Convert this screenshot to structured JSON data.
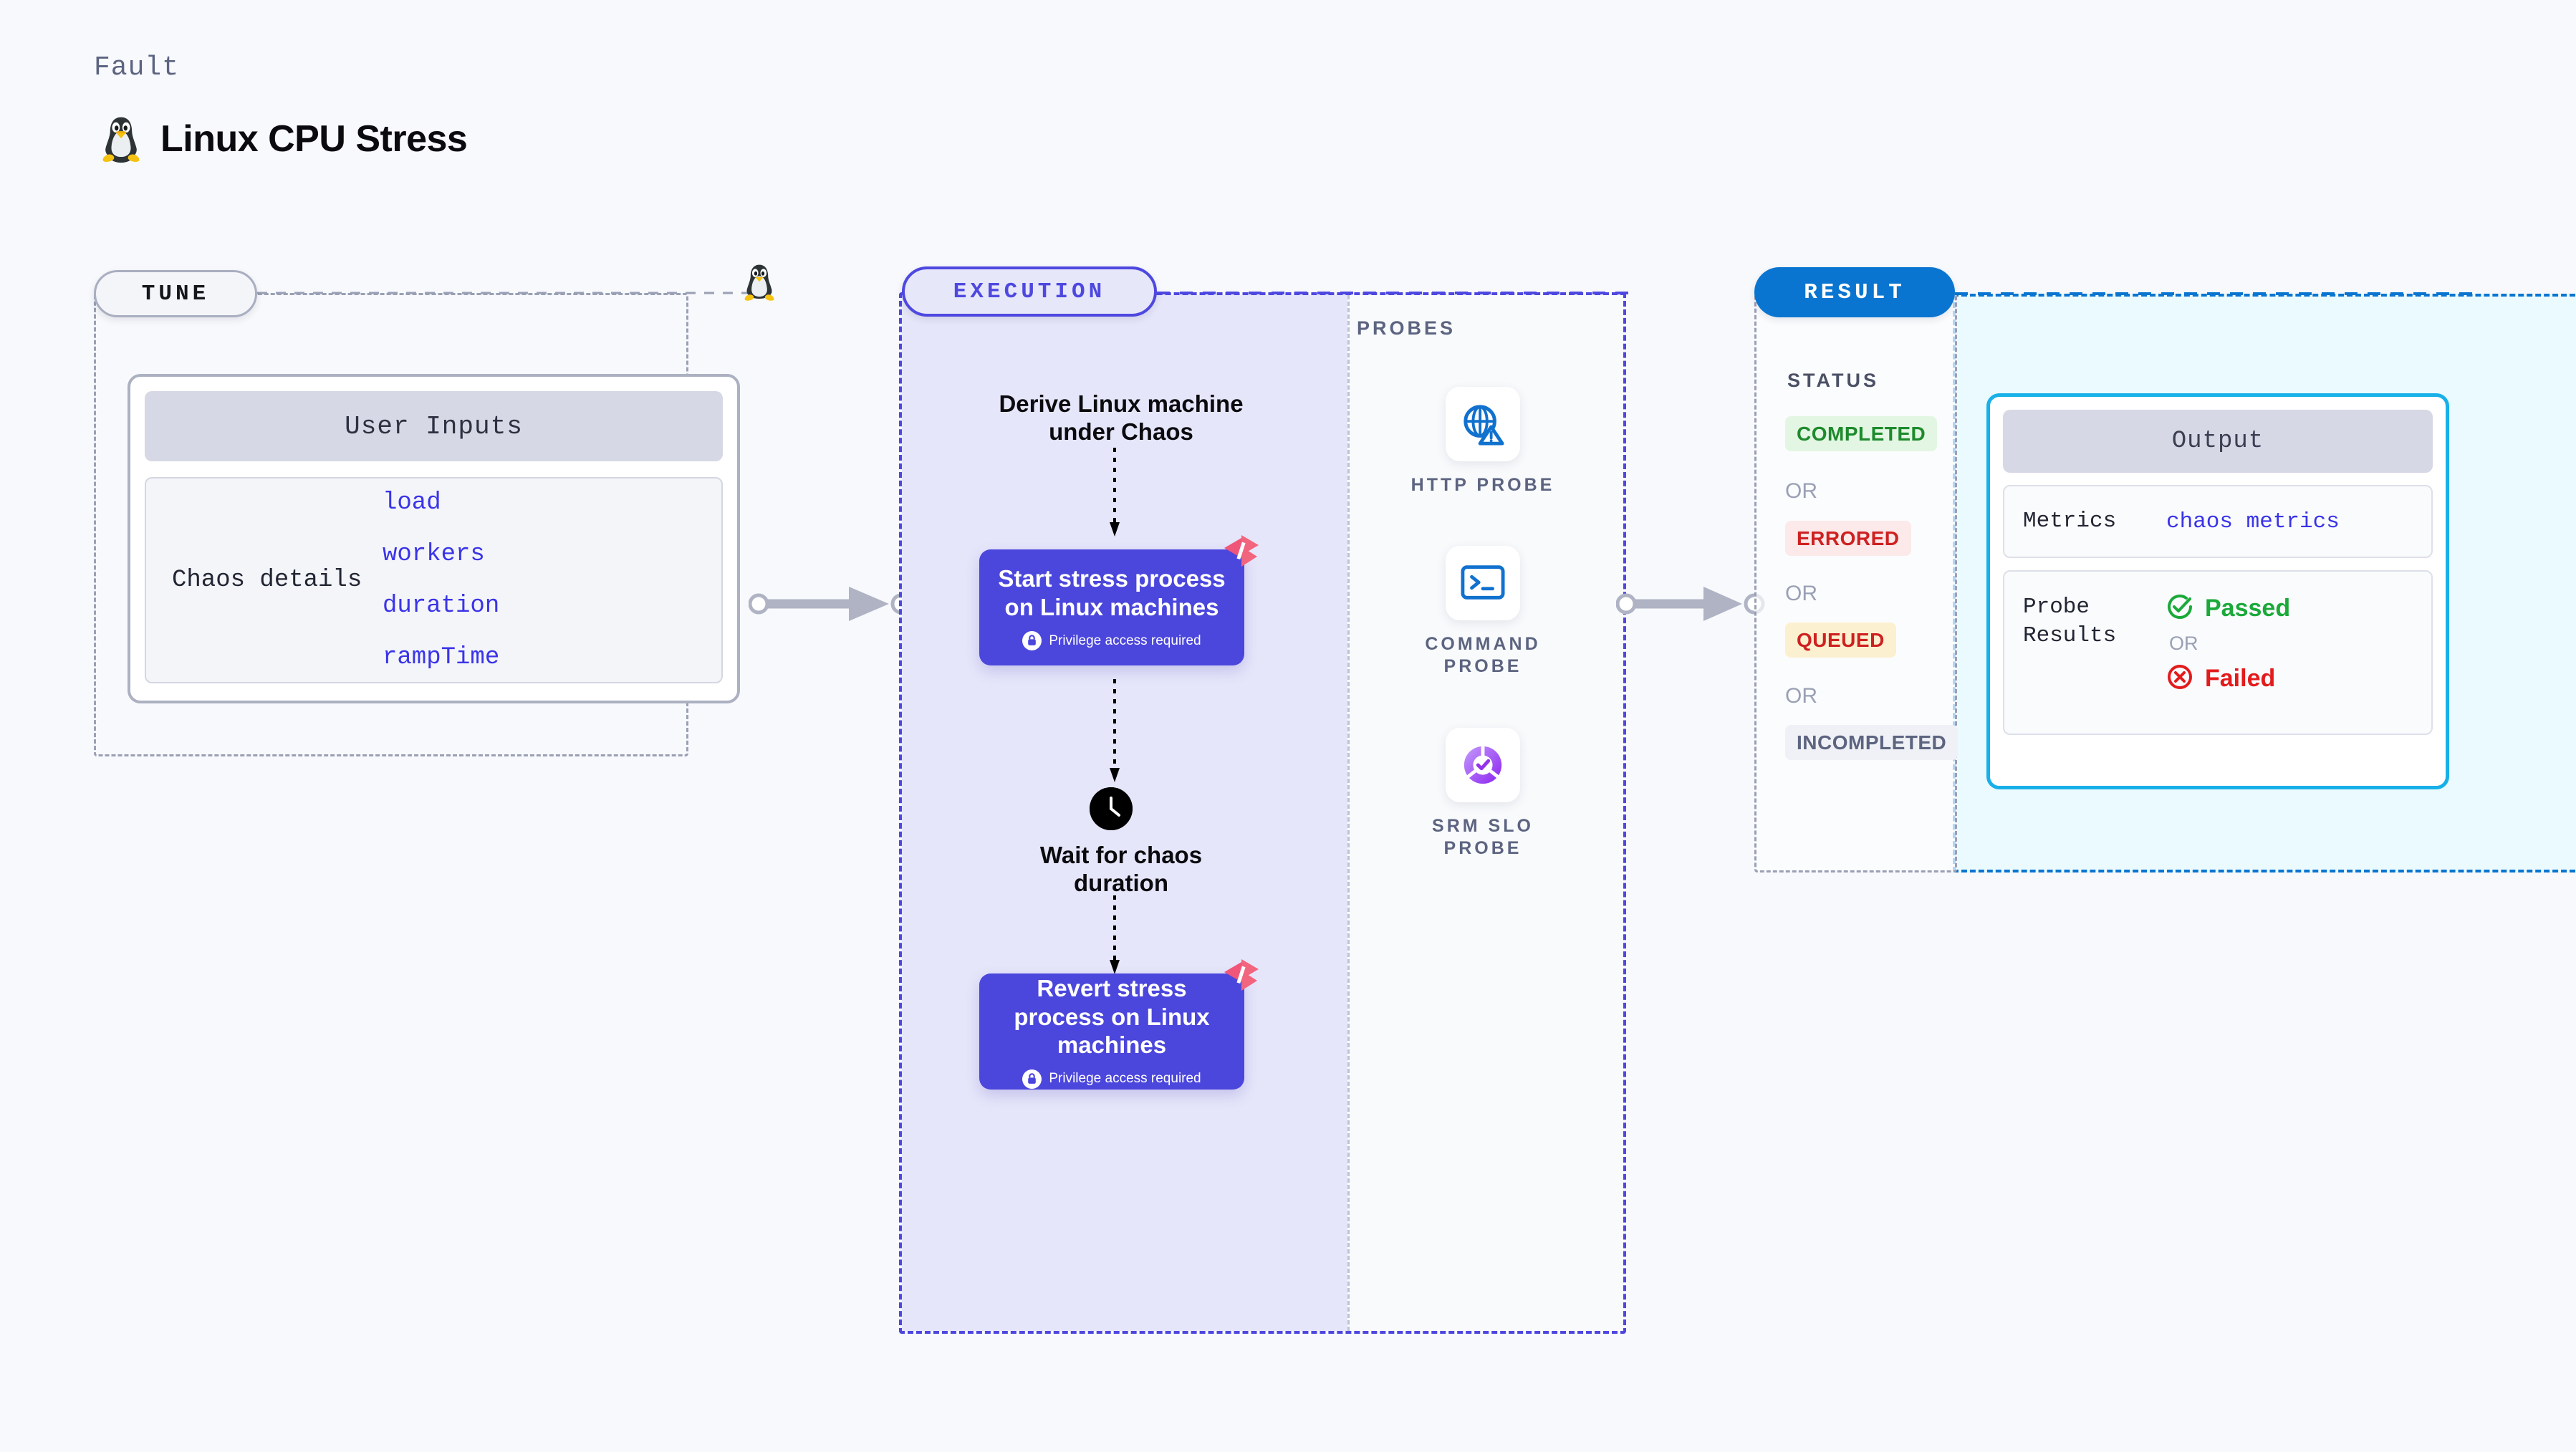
{
  "header": {
    "eyebrow": "Fault",
    "title": "Linux CPU Stress",
    "logo_icon": "tux-penguin-icon"
  },
  "tune": {
    "pill_label": "TUNE",
    "card_title": "User Inputs",
    "details_label": "Chaos details",
    "params": [
      "load",
      "workers",
      "duration",
      "rampTime"
    ],
    "badge_icon": "tux-penguin-icon"
  },
  "execution": {
    "pill_label": "EXECUTION",
    "nodes": [
      {
        "id": "derive",
        "label": "Derive Linux machine under Chaos",
        "type": "text"
      },
      {
        "id": "start",
        "label": "Start stress process on Linux machines",
        "note": "Privilege access required",
        "note_icon": "lock-icon",
        "corner_icon": "harness-chaos-icon",
        "type": "action"
      },
      {
        "id": "wait",
        "label": "Wait for chaos duration",
        "icon": "clock-icon",
        "type": "wait"
      },
      {
        "id": "revert",
        "label": "Revert stress process on Linux machines",
        "note": "Privilege access required",
        "note_icon": "lock-icon",
        "corner_icon": "harness-chaos-icon",
        "type": "action"
      }
    ]
  },
  "probes": {
    "title": "PROBES",
    "items": [
      {
        "label": "HTTP PROBE",
        "icon": "globe-alert-icon"
      },
      {
        "label": "COMMAND PROBE",
        "icon": "terminal-icon"
      },
      {
        "label": "SRM SLO PROBE",
        "icon": "slo-donut-check-icon"
      }
    ]
  },
  "result": {
    "pill_label": "RESULT",
    "status_title": "STATUS",
    "or_label": "OR",
    "statuses": [
      {
        "label": "COMPLETED",
        "bg": "#E3F6E3",
        "fg": "#1E8A2C"
      },
      {
        "label": "ERRORED",
        "bg": "#FCE9E9",
        "fg": "#CE2121"
      },
      {
        "label": "QUEUED",
        "bg": "#FBF0CF",
        "fg": "#CE2121"
      },
      {
        "label": "INCOMPLETED",
        "bg": "#EFF1F6",
        "fg": "#5C6480"
      }
    ],
    "output": {
      "title": "Output",
      "metrics_key": "Metrics",
      "metrics_value": "chaos metrics",
      "probe_results_key": "Probe Results",
      "passed_label": "Passed",
      "passed_icon": "check-circle-icon",
      "or_label": "OR",
      "failed_label": "Failed",
      "failed_icon": "x-circle-icon"
    }
  },
  "colors": {
    "background": "#F8F9FC",
    "execution_accent": "#4E48E0",
    "execution_box": "#4B46DC",
    "execution_fill": "#E6E6FA",
    "result_accent": "#0A75D0",
    "result_fill": "#EAFAFE",
    "output_border": "#18B0E8",
    "tune_accent": "#9AA0B4",
    "param_text": "#3A34E8",
    "harness_pink": "#F2657F"
  }
}
